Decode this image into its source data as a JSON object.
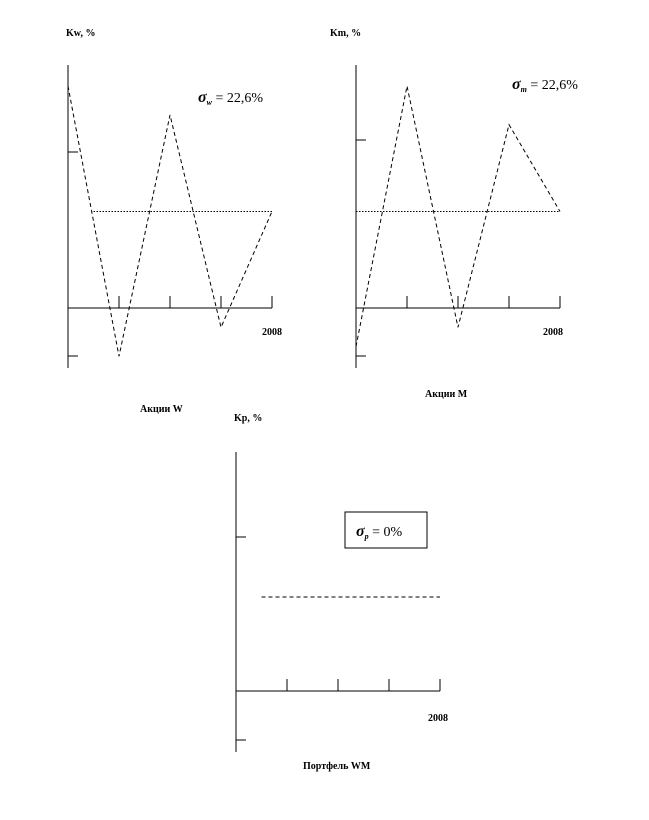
{
  "chart_data": [
    {
      "type": "line",
      "title": "Акции W",
      "ylabel": "Kw, %",
      "x_tick_label": "2008",
      "annotation": {
        "symbol": "σ",
        "subscript": "w",
        "text": " = 22,6%"
      },
      "series": [
        {
          "style": "dashed",
          "x": [
            0,
            1,
            2,
            3,
            4
          ],
          "y": [
            23,
            -5,
            20,
            -2,
            10
          ]
        },
        {
          "style": "dotted",
          "x": [
            0.5,
            4
          ],
          "y": [
            10,
            10
          ]
        }
      ]
    },
    {
      "type": "line",
      "title": "Акции M",
      "ylabel": "Km, %",
      "x_tick_label": "2008",
      "annotation": {
        "symbol": "σ",
        "subscript": "m",
        "text": " = 22,6%"
      },
      "series": [
        {
          "style": "dashed",
          "x": [
            0,
            1,
            2,
            3,
            4
          ],
          "y": [
            -4,
            23,
            -2,
            19,
            10
          ]
        },
        {
          "style": "dotted",
          "x": [
            0,
            4
          ],
          "y": [
            10,
            10
          ]
        }
      ]
    },
    {
      "type": "line",
      "title": "Портфель WM",
      "ylabel": "Kp, %",
      "x_tick_label": "2008",
      "annotation": {
        "symbol": "σ",
        "subscript": "p",
        "text": " = 0%",
        "boxed": true
      },
      "series": [
        {
          "style": "dashed",
          "x": [
            0.5,
            4
          ],
          "y": [
            10,
            10
          ]
        }
      ]
    }
  ]
}
